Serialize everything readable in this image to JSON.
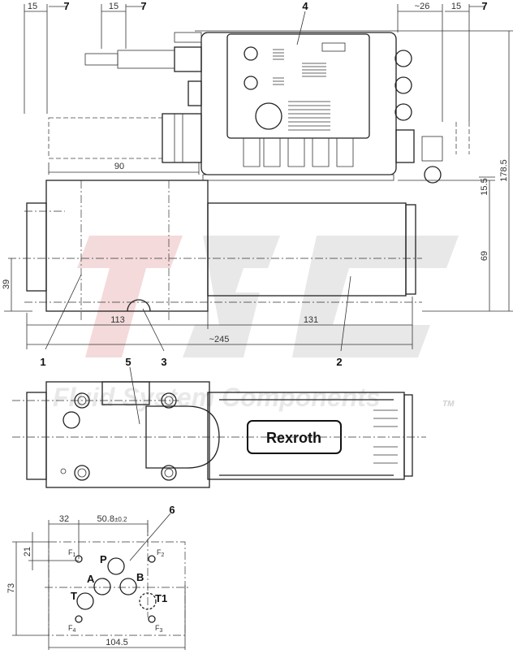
{
  "watermark": {
    "logo": "FSC",
    "tagline": "Fluid System Components",
    "trademark": "TM"
  },
  "brand_label": "Rexroth",
  "item_labels": [
    "1",
    "2",
    "3",
    "4",
    "5",
    "6",
    "7"
  ],
  "dimensions": {
    "top_left_15": "15",
    "top_mid_15": "15",
    "top_right_26": "~26",
    "top_right_15": "15",
    "connector_90": "90",
    "height_178_5": "178.5",
    "gap_15_5": "15.5",
    "height_69": "69",
    "height_39": "39",
    "length_113": "113",
    "length_131": "131",
    "total_245": "~245",
    "port_32": "32",
    "port_50_8": "50.8",
    "port_50_8_tol": "±0.2",
    "port_21": "21",
    "port_73": "73",
    "port_104_5": "104.5"
  },
  "ports": {
    "P": "P",
    "A": "A",
    "B": "B",
    "T": "T",
    "T1": "T1",
    "F1": "F",
    "F2": "F",
    "F3": "F",
    "F4": "F",
    "F1_sub": "1",
    "F2_sub": "2",
    "F3_sub": "3",
    "F4_sub": "4"
  },
  "colors": {
    "line": "#222222",
    "watermark_red": "#f2d4d4",
    "watermark_gray": "#e4e4e4"
  }
}
